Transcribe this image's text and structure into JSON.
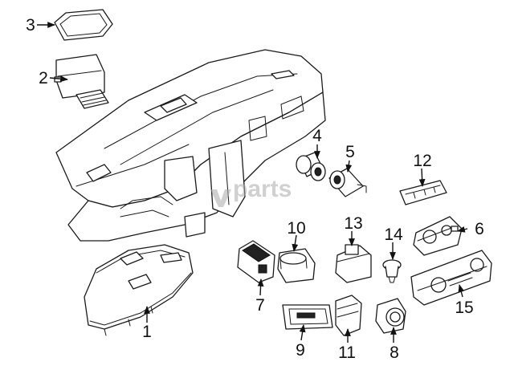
{
  "watermark": "parts",
  "callouts": {
    "c1": "1",
    "c2": "2",
    "c3": "3",
    "c4": "4",
    "c5": "5",
    "c6": "6",
    "c7": "7",
    "c8": "8",
    "c9": "9",
    "c10": "10",
    "c11": "11",
    "c12": "12",
    "c13": "13",
    "c14": "14",
    "c15": "15"
  }
}
